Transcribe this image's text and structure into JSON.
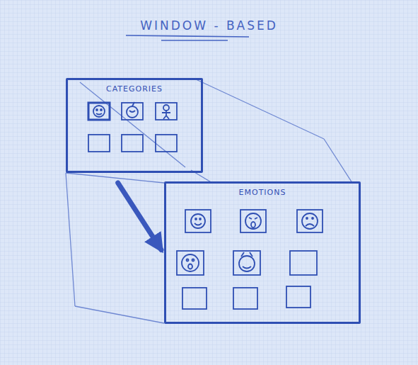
{
  "diagram": {
    "title": "WINDOW - BASED",
    "nodes": [
      {
        "text": [
          "CATEGORIES"
        ]
      },
      {
        "text": [
          "EMOTIONS"
        ]
      }
    ],
    "edges": [
      {
        "from": 0,
        "to": 1,
        "arrow": "to"
      }
    ]
  }
}
